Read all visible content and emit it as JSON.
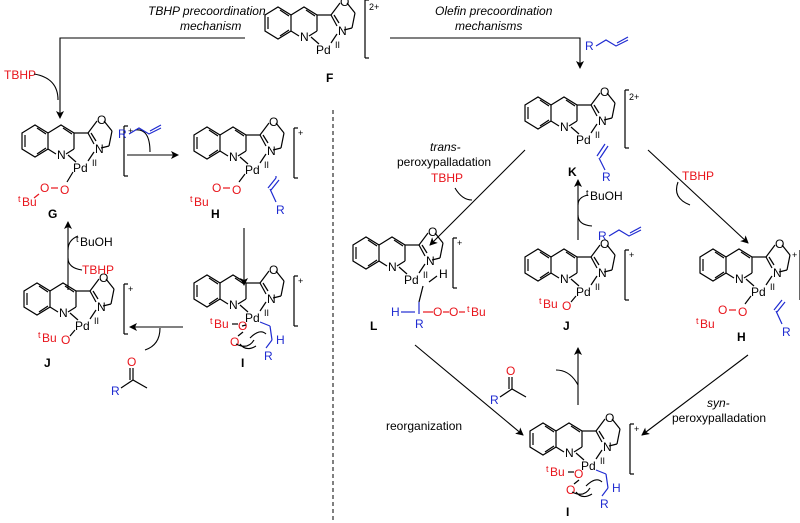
{
  "headings": {
    "left_line1": "TBHP precoordination",
    "left_line2": "mechanism",
    "right_line1": "Olefin precoordination",
    "right_line2": "mechanisms"
  },
  "compounds": {
    "F": "F",
    "G": "G",
    "H_left": "H",
    "I_left": "I",
    "J_left": "J",
    "K": "K",
    "L": "L",
    "J_mid": "J",
    "H_right": "H",
    "I_bottom": "I"
  },
  "reagents": {
    "tbhp_in": "TBHP",
    "tbhp_cycle": "TBHP",
    "tbuoh_cycle": "BuOH",
    "tbhp_trans": "TBHP",
    "tbuoh_mid": "BuOH",
    "tbhp_right": "TBHP"
  },
  "step_labels": {
    "trans_1": "trans-",
    "trans_2": "peroxypalladation",
    "syn_1": "syn-",
    "syn_2": "peroxypalladation",
    "reorg": "reorganization"
  },
  "atoms": {
    "N": "N",
    "O": "O",
    "Pd": "Pd",
    "II": "II",
    "R": "R",
    "H": "H",
    "Bu": "Bu",
    "t": "t",
    "charge2": "2+",
    "charge1": "+"
  }
}
